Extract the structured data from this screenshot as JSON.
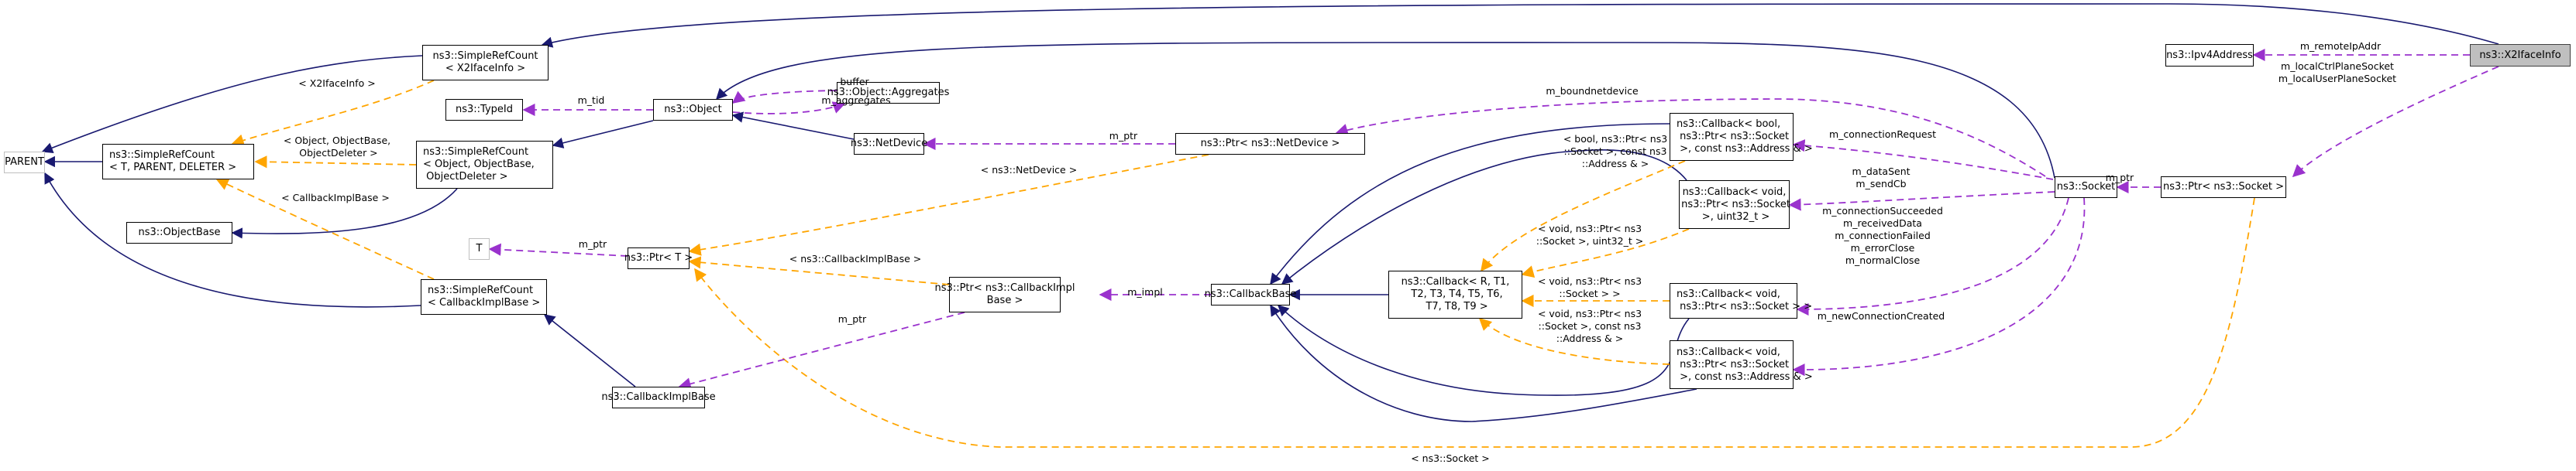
{
  "diagram": {
    "title": "Collaboration diagram for ns3::X2IfaceInfo",
    "focus_node": "ns3::X2IfaceInfo",
    "colors": {
      "inheritance": "#191970",
      "usage": "#9a32cd",
      "template": "#ffa500",
      "focus_fill": "#bfbfbf",
      "ghost_border": "#bfbfbf"
    },
    "nodes": [
      {
        "id": "parent",
        "label": "PARENT"
      },
      {
        "id": "src_tpd",
        "label": "ns3::SimpleRefCount\n< T, PARENT, DELETER >"
      },
      {
        "id": "src_x2",
        "label": "ns3::SimpleRefCount\n< X2IfaceInfo >"
      },
      {
        "id": "typeid",
        "label": "ns3::TypeId"
      },
      {
        "id": "src_obj",
        "label": "ns3::SimpleRefCount\n< Object, ObjectBase,\n ObjectDeleter >"
      },
      {
        "id": "objectbase",
        "label": "ns3::ObjectBase"
      },
      {
        "id": "t",
        "label": "T"
      },
      {
        "id": "src_cib",
        "label": "ns3::SimpleRefCount\n< CallbackImplBase >"
      },
      {
        "id": "object",
        "label": "ns3::Object"
      },
      {
        "id": "aggregates",
        "label": "ns3::Object::Aggregates"
      },
      {
        "id": "netdevice",
        "label": "ns3::NetDevice"
      },
      {
        "id": "ptr_t",
        "label": "ns3::Ptr< T >"
      },
      {
        "id": "ptr_nd",
        "label": "ns3::Ptr< ns3::NetDevice >"
      },
      {
        "id": "ptr_cib",
        "label": "ns3::Ptr< ns3::CallbackImpl\nBase >"
      },
      {
        "id": "cib",
        "label": "ns3::CallbackImplBase"
      },
      {
        "id": "cbbase",
        "label": "ns3::CallbackBase"
      },
      {
        "id": "cb_tmpl",
        "label": "ns3::Callback< R, T1,\n T2, T3, T4, T5, T6,\n T7, T8, T9 >"
      },
      {
        "id": "cb_bool",
        "label": "ns3::Callback< bool,\n ns3::Ptr< ns3::Socket\n >, const ns3::Address & >"
      },
      {
        "id": "cb_u32",
        "label": "ns3::Callback< void,\n ns3::Ptr< ns3::Socket\n >, uint32_t >"
      },
      {
        "id": "cb_sock",
        "label": "ns3::Callback< void,\n ns3::Ptr< ns3::Socket > >"
      },
      {
        "id": "cb_addr",
        "label": "ns3::Callback< void,\n ns3::Ptr< ns3::Socket\n >, const ns3::Address & >"
      },
      {
        "id": "socket",
        "label": "ns3::Socket"
      },
      {
        "id": "ptr_sock",
        "label": "ns3::Ptr< ns3::Socket >"
      },
      {
        "id": "ipv4",
        "label": "ns3::Ipv4Address"
      },
      {
        "id": "x2",
        "label": "ns3::X2IfaceInfo"
      }
    ],
    "edges": [
      {
        "from": "src_tpd",
        "to": "parent",
        "kind": "inheritance",
        "label": ""
      },
      {
        "from": "src_x2",
        "to": "parent",
        "kind": "inheritance",
        "label": ""
      },
      {
        "from": "src_cib",
        "to": "parent",
        "kind": "inheritance",
        "label": ""
      },
      {
        "from": "src_x2",
        "to": "src_tpd",
        "kind": "template",
        "label": "< X2IfaceInfo >"
      },
      {
        "from": "src_obj",
        "to": "src_tpd",
        "kind": "template",
        "label": "< Object, ObjectBase,\n ObjectDeleter >"
      },
      {
        "from": "src_cib",
        "to": "src_tpd",
        "kind": "template",
        "label": "< CallbackImplBase >"
      },
      {
        "from": "src_obj",
        "to": "objectbase",
        "kind": "inheritance",
        "label": ""
      },
      {
        "from": "object",
        "to": "typeid",
        "kind": "usage",
        "label": "m_tid"
      },
      {
        "from": "object",
        "to": "src_obj",
        "kind": "inheritance",
        "label": ""
      },
      {
        "from": "aggregates",
        "to": "object",
        "kind": "usage",
        "label": "buffer"
      },
      {
        "from": "object",
        "to": "aggregates",
        "kind": "usage",
        "label": "m_aggregates"
      },
      {
        "from": "netdevice",
        "to": "object",
        "kind": "inheritance",
        "label": ""
      },
      {
        "from": "socket",
        "to": "object",
        "kind": "inheritance",
        "label": ""
      },
      {
        "from": "x2",
        "to": "src_x2",
        "kind": "inheritance",
        "label": ""
      },
      {
        "from": "ptr_t",
        "to": "t",
        "kind": "usage",
        "label": "m_ptr"
      },
      {
        "from": "ptr_nd",
        "to": "netdevice",
        "kind": "usage",
        "label": "m_ptr"
      },
      {
        "from": "ptr_nd",
        "to": "ptr_t",
        "kind": "template",
        "label": "< ns3::NetDevice >"
      },
      {
        "from": "ptr_cib",
        "to": "ptr_t",
        "kind": "template",
        "label": "< ns3::CallbackImplBase >"
      },
      {
        "from": "ptr_sock",
        "to": "ptr_t",
        "kind": "template",
        "label": "< ns3::Socket >"
      },
      {
        "from": "ptr_cib",
        "to": "cib",
        "kind": "usage",
        "label": "m_ptr"
      },
      {
        "from": "cib",
        "to": "src_cib",
        "kind": "inheritance",
        "label": ""
      },
      {
        "from": "cbbase",
        "to": "ptr_cib",
        "kind": "usage",
        "label": "m_impl"
      },
      {
        "from": "cb_tmpl",
        "to": "cbbase",
        "kind": "inheritance",
        "label": ""
      },
      {
        "from": "cb_bool",
        "to": "cbbase",
        "kind": "inheritance",
        "label": ""
      },
      {
        "from": "cb_u32",
        "to": "cbbase",
        "kind": "inheritance",
        "label": ""
      },
      {
        "from": "cb_sock",
        "to": "cbbase",
        "kind": "inheritance",
        "label": ""
      },
      {
        "from": "cb_addr",
        "to": "cbbase",
        "kind": "inheritance",
        "label": ""
      },
      {
        "from": "cb_bool",
        "to": "cb_tmpl",
        "kind": "template",
        "label": "< bool, ns3::Ptr< ns3\n::Socket >, const ns3\n::Address & >"
      },
      {
        "from": "cb_u32",
        "to": "cb_tmpl",
        "kind": "template",
        "label": "< void, ns3::Ptr< ns3\n::Socket >, uint32_t >"
      },
      {
        "from": "cb_sock",
        "to": "cb_tmpl",
        "kind": "template",
        "label": "< void, ns3::Ptr< ns3\n::Socket > >"
      },
      {
        "from": "cb_addr",
        "to": "cb_tmpl",
        "kind": "template",
        "label": "< void, ns3::Ptr< ns3\n::Socket >, const ns3\n::Address & >"
      },
      {
        "from": "socket",
        "to": "ptr_nd",
        "kind": "usage",
        "label": "m_boundnetdevice"
      },
      {
        "from": "socket",
        "to": "cb_bool",
        "kind": "usage",
        "label": "m_connectionRequest"
      },
      {
        "from": "socket",
        "to": "cb_u32",
        "kind": "usage",
        "label": "m_dataSent\nm_sendCb"
      },
      {
        "from": "socket",
        "to": "cb_sock",
        "kind": "usage",
        "label": "m_connectionSucceeded\nm_receivedData\nm_connectionFailed\nm_errorClose\nm_normalClose"
      },
      {
        "from": "socket",
        "to": "cb_addr",
        "kind": "usage",
        "label": "m_newConnectionCreated"
      },
      {
        "from": "ptr_sock",
        "to": "socket",
        "kind": "usage",
        "label": "m_ptr"
      },
      {
        "from": "x2",
        "to": "ipv4",
        "kind": "usage",
        "label": "m_remoteIpAddr"
      },
      {
        "from": "x2",
        "to": "ptr_sock",
        "kind": "usage",
        "label": "m_localCtrlPlaneSocket\nm_localUserPlaneSocket"
      }
    ]
  }
}
